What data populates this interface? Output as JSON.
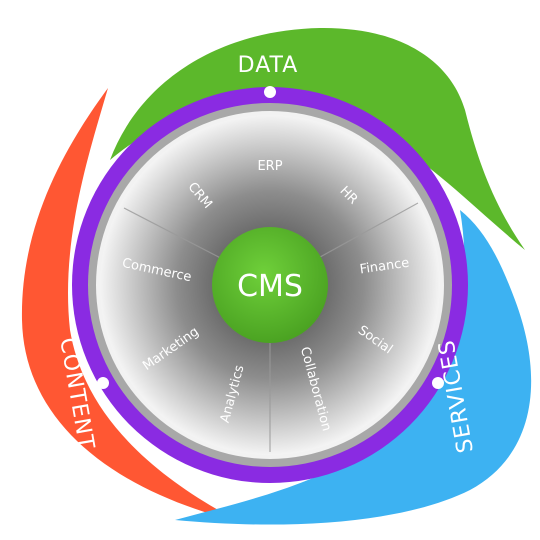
{
  "center": {
    "label": "CMS"
  },
  "outer_labels": {
    "data": "DATA",
    "content": "CONTENT",
    "services": "SERVICES"
  },
  "segments": [
    {
      "id": "erp",
      "label": "ERP"
    },
    {
      "id": "hr",
      "label": "HR"
    },
    {
      "id": "finance",
      "label": "Finance"
    },
    {
      "id": "social",
      "label": "Social"
    },
    {
      "id": "collaboration",
      "label": "Collaboration"
    },
    {
      "id": "analytics",
      "label": "Analytics"
    },
    {
      "id": "marketing",
      "label": "Marketing"
    },
    {
      "id": "commerce",
      "label": "Commerce"
    },
    {
      "id": "crm",
      "label": "CRM"
    }
  ],
  "colors": {
    "data_petal": "#5cb82b",
    "content_petal": "#ff5733",
    "services_petal": "#3db2f2",
    "ring": "#8a2be2",
    "gray_ring": "#a8a8a8",
    "core": "#5cb82b"
  }
}
